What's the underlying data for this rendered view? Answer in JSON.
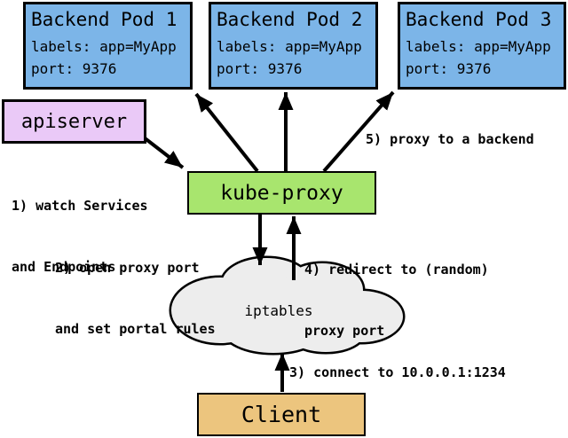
{
  "diagram": {
    "pods": [
      {
        "title": "Backend Pod 1",
        "labels": "labels: app=MyApp",
        "port": "port: 9376"
      },
      {
        "title": "Backend Pod 2",
        "labels": "labels: app=MyApp",
        "port": "port: 9376"
      },
      {
        "title": "Backend Pod 3",
        "labels": "labels: app=MyApp",
        "port": "port: 9376"
      }
    ],
    "nodes": {
      "apiserver": "apiserver",
      "kube_proxy": "kube-proxy",
      "iptables": "iptables",
      "client": "Client"
    },
    "annotations": {
      "step1_line1": "1) watch Services",
      "step1_line2": "and Endpoints",
      "step2_line1": "2) open proxy port",
      "step2_line2": "and set portal rules",
      "step3": "3) connect to 10.0.0.1:1234",
      "step4_line1": "4) redirect to (random)",
      "step4_line2": "proxy port",
      "step5": "5) proxy to a backend"
    },
    "colors": {
      "pod_fill": "#7cb5e8",
      "apiserver_fill": "#eac9f7",
      "kube_proxy_fill": "#a8e56e",
      "iptables_fill": "#ededed",
      "client_fill": "#ecc57e",
      "outline": "#000000"
    }
  }
}
